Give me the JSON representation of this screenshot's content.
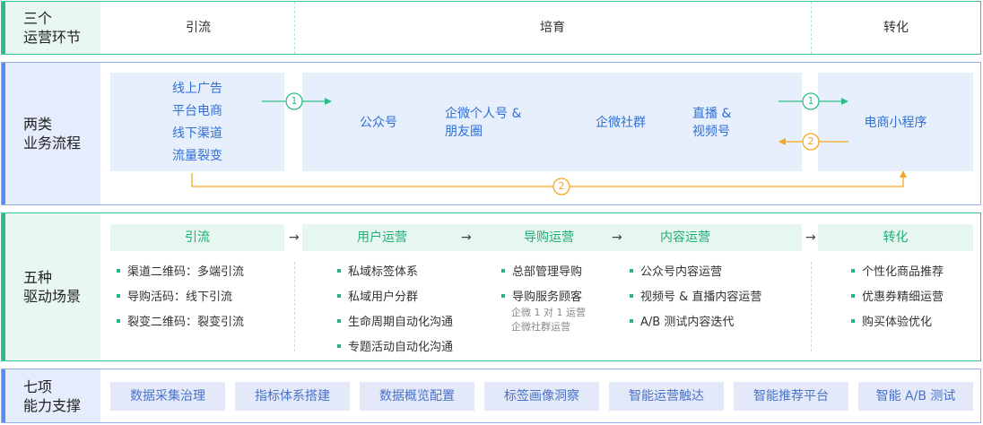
{
  "rows": {
    "stages": {
      "title": [
        "三个",
        "运营环节"
      ],
      "items": [
        "引流",
        "培育",
        "转化"
      ]
    },
    "business": {
      "title": [
        "两类",
        "业务流程"
      ],
      "channels": [
        "线上广告",
        "平台电商",
        "线下渠道",
        "流量裂变"
      ],
      "nurture": [
        "公众号",
        "企微个人号 &\n朋友圈",
        "企微社群",
        "直播 &\n视频号"
      ],
      "convert": "电商小程序",
      "markers": [
        "1",
        "1",
        "2",
        "2"
      ]
    },
    "drivers": {
      "title": [
        "五种",
        "驱动场景"
      ],
      "headers": [
        "引流",
        "用户运营",
        "导购运营",
        "内容运营",
        "转化"
      ],
      "col1": [
        "渠道二维码：多端引流",
        "导购活码：线下引流",
        "裂变二维码：裂变引流"
      ],
      "col2": [
        "私域标签体系",
        "私域用户分群",
        "生命周期自动化沟通",
        "专题活动自动化沟通"
      ],
      "col3": [
        "总部管理导购",
        "导购服务顾客"
      ],
      "col3_sub": [
        "企微 1 对 1 运营",
        "企微社群运营"
      ],
      "col4": [
        "公众号内容运营",
        "视频号 & 直播内容运营",
        "A/B 测试内容迭代"
      ],
      "col5": [
        "个性化商品推荐",
        "优惠券精细运营",
        "购买体验优化"
      ]
    },
    "capabilities": {
      "title": [
        "七项",
        "能力支撑"
      ],
      "items": [
        "数据采集治理",
        "指标体系搭建",
        "数据概览配置",
        "标签画像洞察",
        "智能运营触达",
        "智能推荐平台",
        "智能 A/B 测试"
      ]
    }
  },
  "colors": {
    "green": "#2ebd85",
    "blue": "#2f6fd6",
    "orange": "#f5a623"
  }
}
